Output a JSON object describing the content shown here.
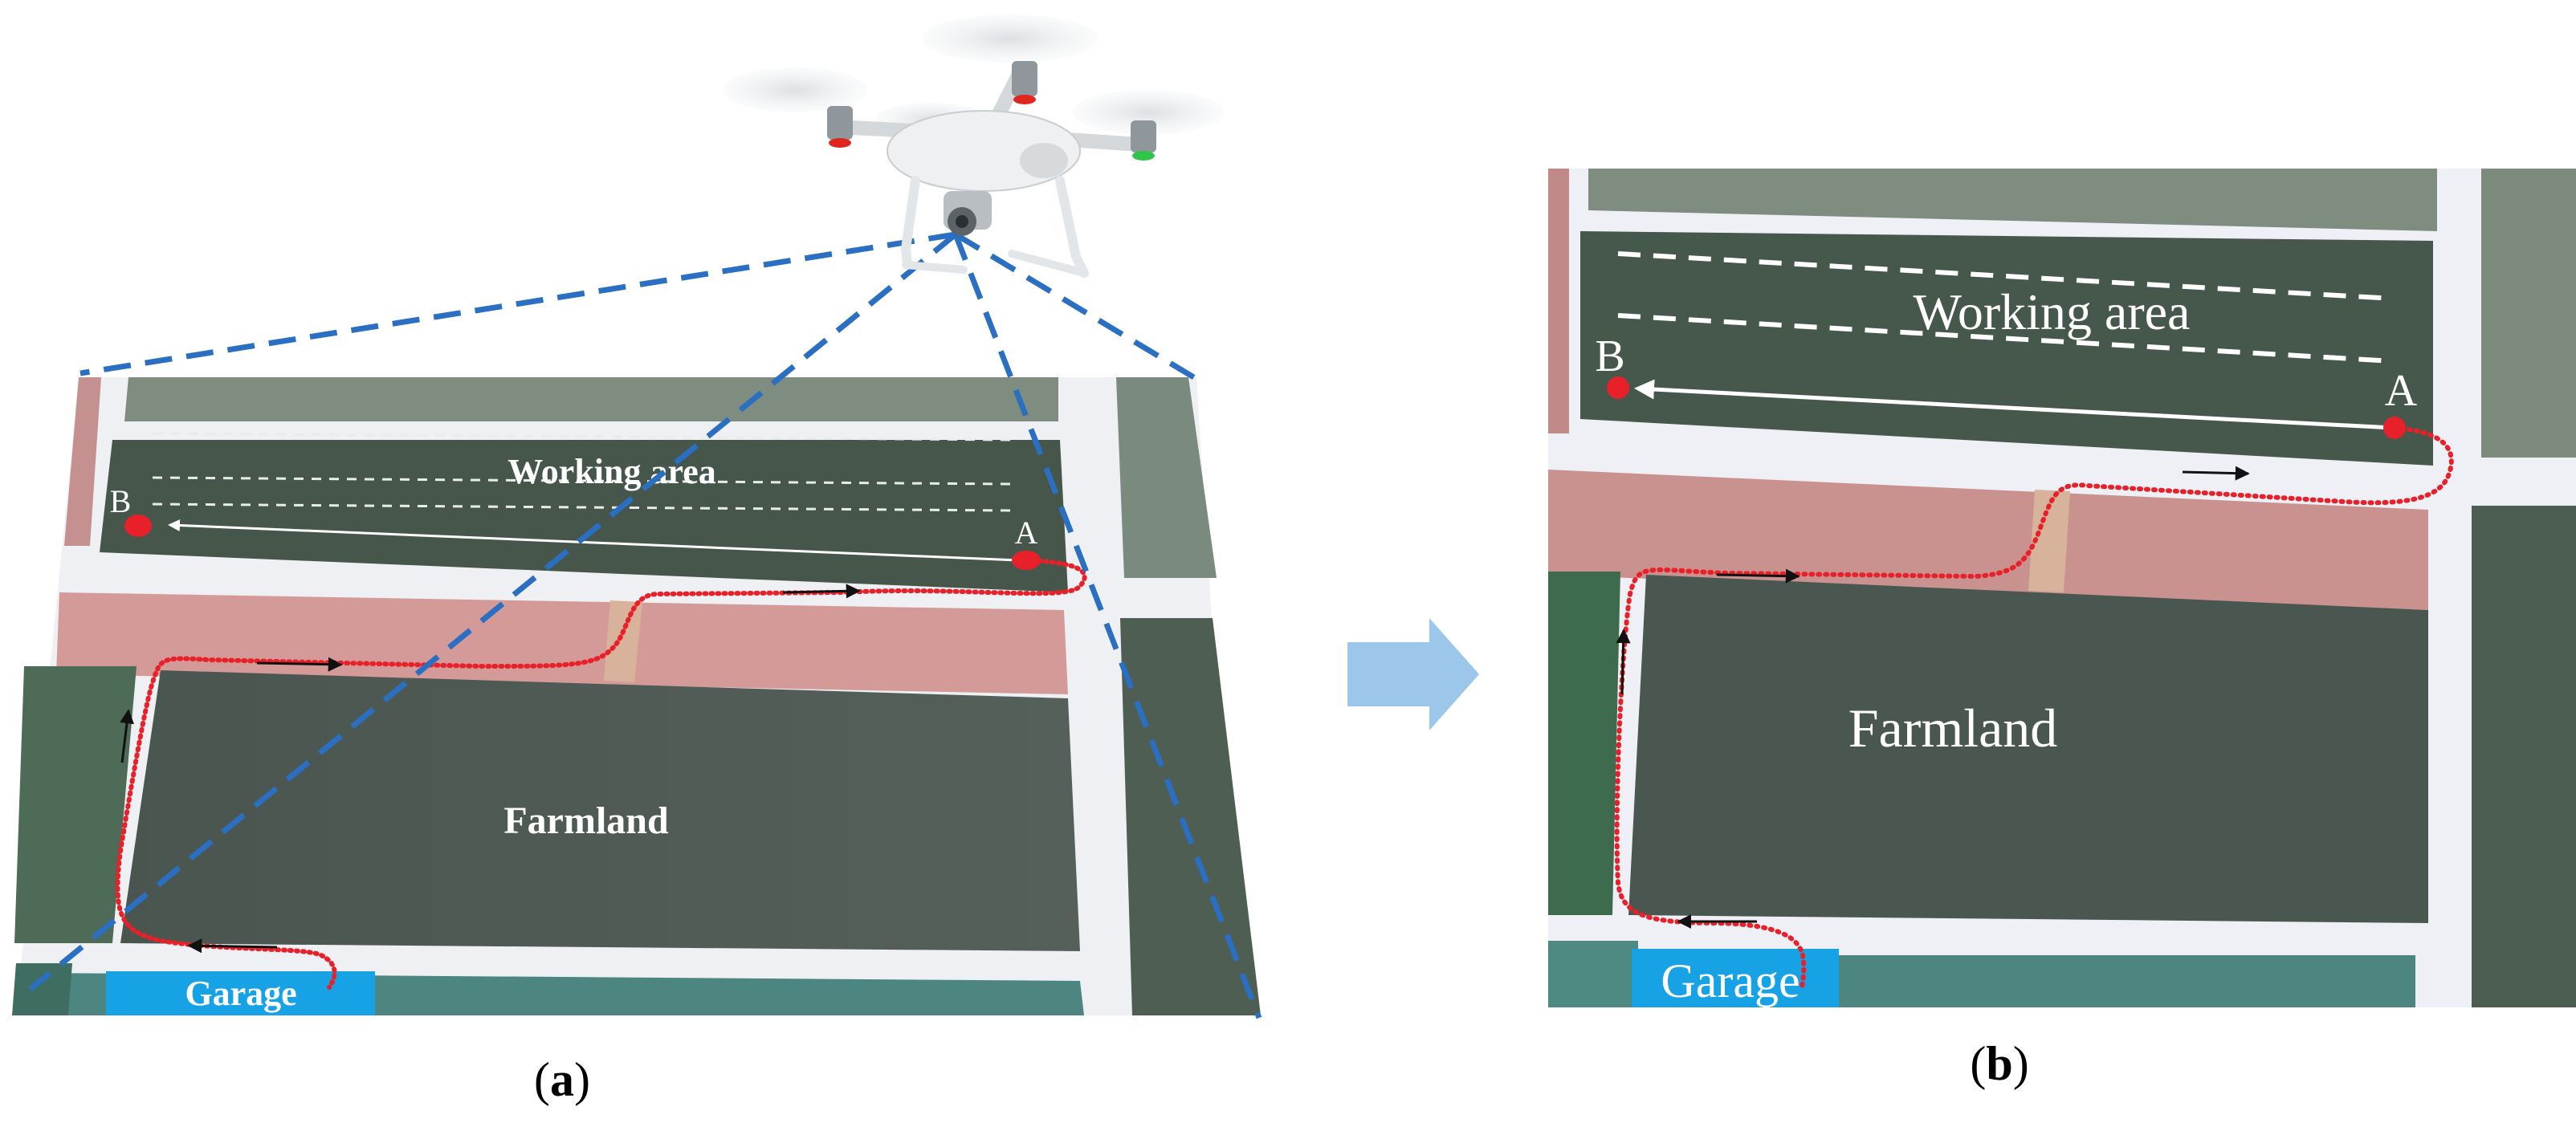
{
  "panel_a": {
    "label_open": "(",
    "label_letter": "a",
    "label_close": ")",
    "working_area": "Working area",
    "farmland": "Farmland",
    "garage": "Garage",
    "point_a": "A",
    "point_b": "B"
  },
  "panel_b": {
    "label_open": "(",
    "label_letter": "b",
    "label_close": ")",
    "working_area": "Working area",
    "farmland": "Farmland",
    "garage": "Garage",
    "point_a": "A",
    "point_b": "B"
  },
  "colors": {
    "field_dark": "#4b5a4f",
    "field_green": "#3f5a48",
    "road": "#eef0f6",
    "pink_strip": "#cf9592",
    "garage": "#1aa0e6",
    "route": "#e8202a",
    "fov_lines": "#2a6fc2",
    "transition_arrow": "#9cc6ea"
  },
  "icons": {
    "drone": "quadcopter-drone-icon",
    "transition": "right-arrow-icon"
  }
}
